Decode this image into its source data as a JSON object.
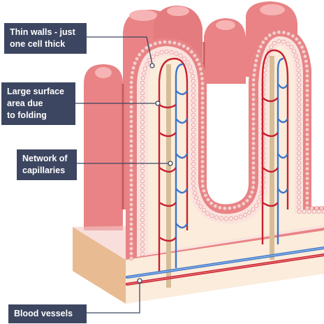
{
  "labels": {
    "thin_walls": "Thin walls - just one cell thick",
    "surface_area": "Large surface area due to folding",
    "capillaries": "Network of capillaries",
    "blood_vessels": "Blood vessels"
  },
  "label_lines": {
    "thin_walls": [
      "Thin walls - just",
      "one cell thick"
    ],
    "surface_area": [
      "Large surface",
      "area due",
      "to folding"
    ],
    "capillaries": [
      "Network of",
      "capillaries"
    ],
    "blood_vessels": [
      "Blood vessels"
    ]
  },
  "colors": {
    "villus_outer": "#e98385",
    "villus_dark": "#c95c60",
    "villus_highlight": "#f6b4b5",
    "cell_layer": "#fbe2de",
    "core": "#fbecdb",
    "base_side": "#e9bb93",
    "lacteal": "#d6bd98",
    "artery": "#c8202e",
    "vein": "#3d76c8",
    "label_bg": "#3d4660"
  }
}
